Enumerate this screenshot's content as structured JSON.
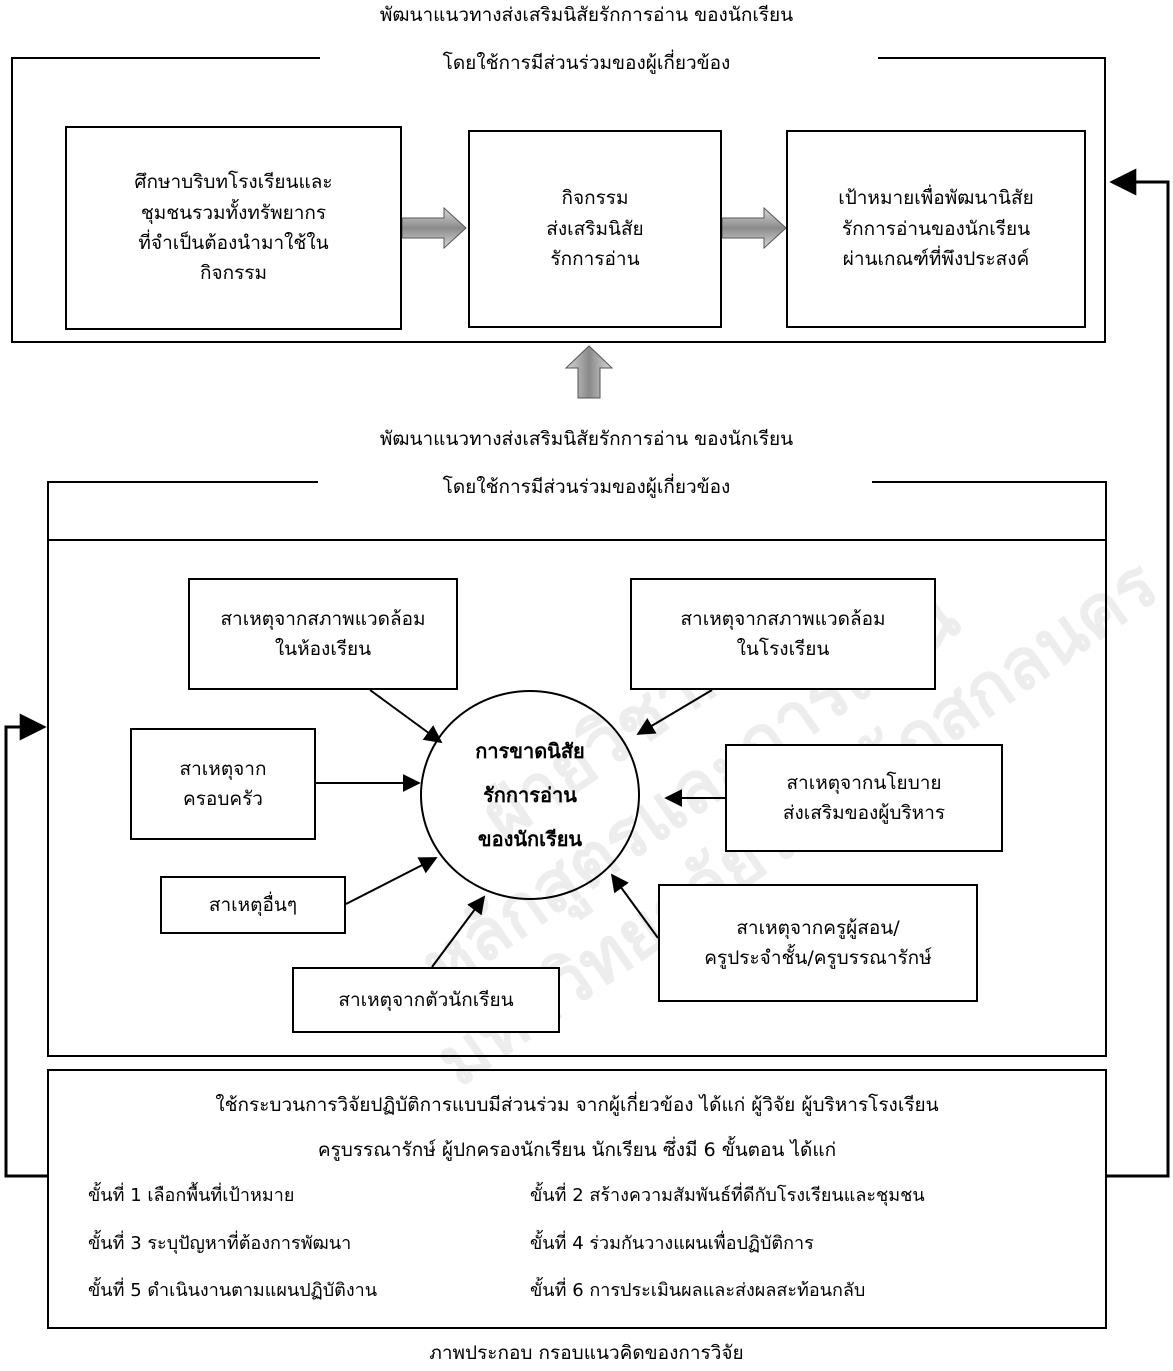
{
  "top_section": {
    "title_line1": "พัฒนาแนวทางส่งเสริมนิสัยรักการอ่าน ของนักเรียน",
    "title_line2": "โดยใช้การมีส่วนร่วมของผู้เกี่ยวข้อง",
    "box_context": [
      "ศึกษาบริบทโรงเรียนและ",
      "ชุมชนรวมทั้งทรัพยากร",
      "ที่จำเป็นต้องนำมาใช้ใน",
      "กิจกรรม"
    ],
    "box_activity": [
      "กิจกรรม",
      "ส่งเสริมนิสัย",
      "รักการอ่าน"
    ],
    "box_goal": [
      "เป้าหมายเพื่อพัฒนานิสัย",
      "รักการอ่านของนักเรียน",
      "ผ่านเกณฑ์ที่พึงประสงค์"
    ]
  },
  "middle_section": {
    "title_line1": "พัฒนาแนวทางส่งเสริมนิสัยรักการอ่าน ของนักเรียน",
    "title_line2": "โดยใช้การมีส่วนร่วมของผู้เกี่ยวข้อง",
    "center": [
      "การขาดนิสัย",
      "รักการอ่าน",
      "ของนักเรียน"
    ],
    "cause_classroom": [
      "สาเหตุจากสภาพแวดล้อม",
      "ในห้องเรียน"
    ],
    "cause_school": [
      "สาเหตุจากสภาพแวดล้อม",
      "ในโรงเรียน"
    ],
    "cause_family": [
      "สาเหตุจาก",
      "ครอบครัว"
    ],
    "cause_policy": [
      "สาเหตุจากนโยบาย",
      "ส่งเสริมของผู้บริหาร"
    ],
    "cause_other": "สาเหตุอื่นๆ",
    "cause_teacher": [
      "สาเหตุจากครูผู้สอน/",
      "ครูประจำชั้น/ครูบรรณารักษ์"
    ],
    "cause_student": "สาเหตุจากตัวนักเรียน"
  },
  "bottom_section": {
    "intro_line1": "ใช้กระบวนการวิจัยปฏิบัติการแบบมีส่วนร่วม จากผู้เกี่ยวข้อง ได้แก่ ผู้วิจัย ผู้บริหารโรงเรียน",
    "intro_line2": "ครูบรรณารักษ์ ผู้ปกครองนักเรียน นักเรียน ซึ่งมี 6 ขั้นตอน ได้แก่",
    "steps": [
      "ขั้นที่ 1 เลือกพื้นที่เป้าหมาย",
      "ขั้นที่ 2 สร้างความสัมพันธ์ที่ดีกับโรงเรียนและชุมชน",
      "ขั้นที่ 3 ระบุปัญหาที่ต้องการพัฒนา",
      "ขั้นที่ 4 ร่วมกันวางแผนเพื่อปฏิบัติการ",
      "ขั้นที่ 5 ดำเนินงานตามแผนปฏิบัติงาน",
      "ขั้นที่ 6 การประเมินผลและส่งผลสะท้อนกลับ"
    ]
  },
  "caption": "ภาพประกอบ กรอบแนวคิดของการวิจัย",
  "watermark": [
    "ฝ่ายวิชาการ",
    "หลักสูตรและการสอน",
    "มหาวิทยาลัยราชภัฏสกลนคร"
  ]
}
